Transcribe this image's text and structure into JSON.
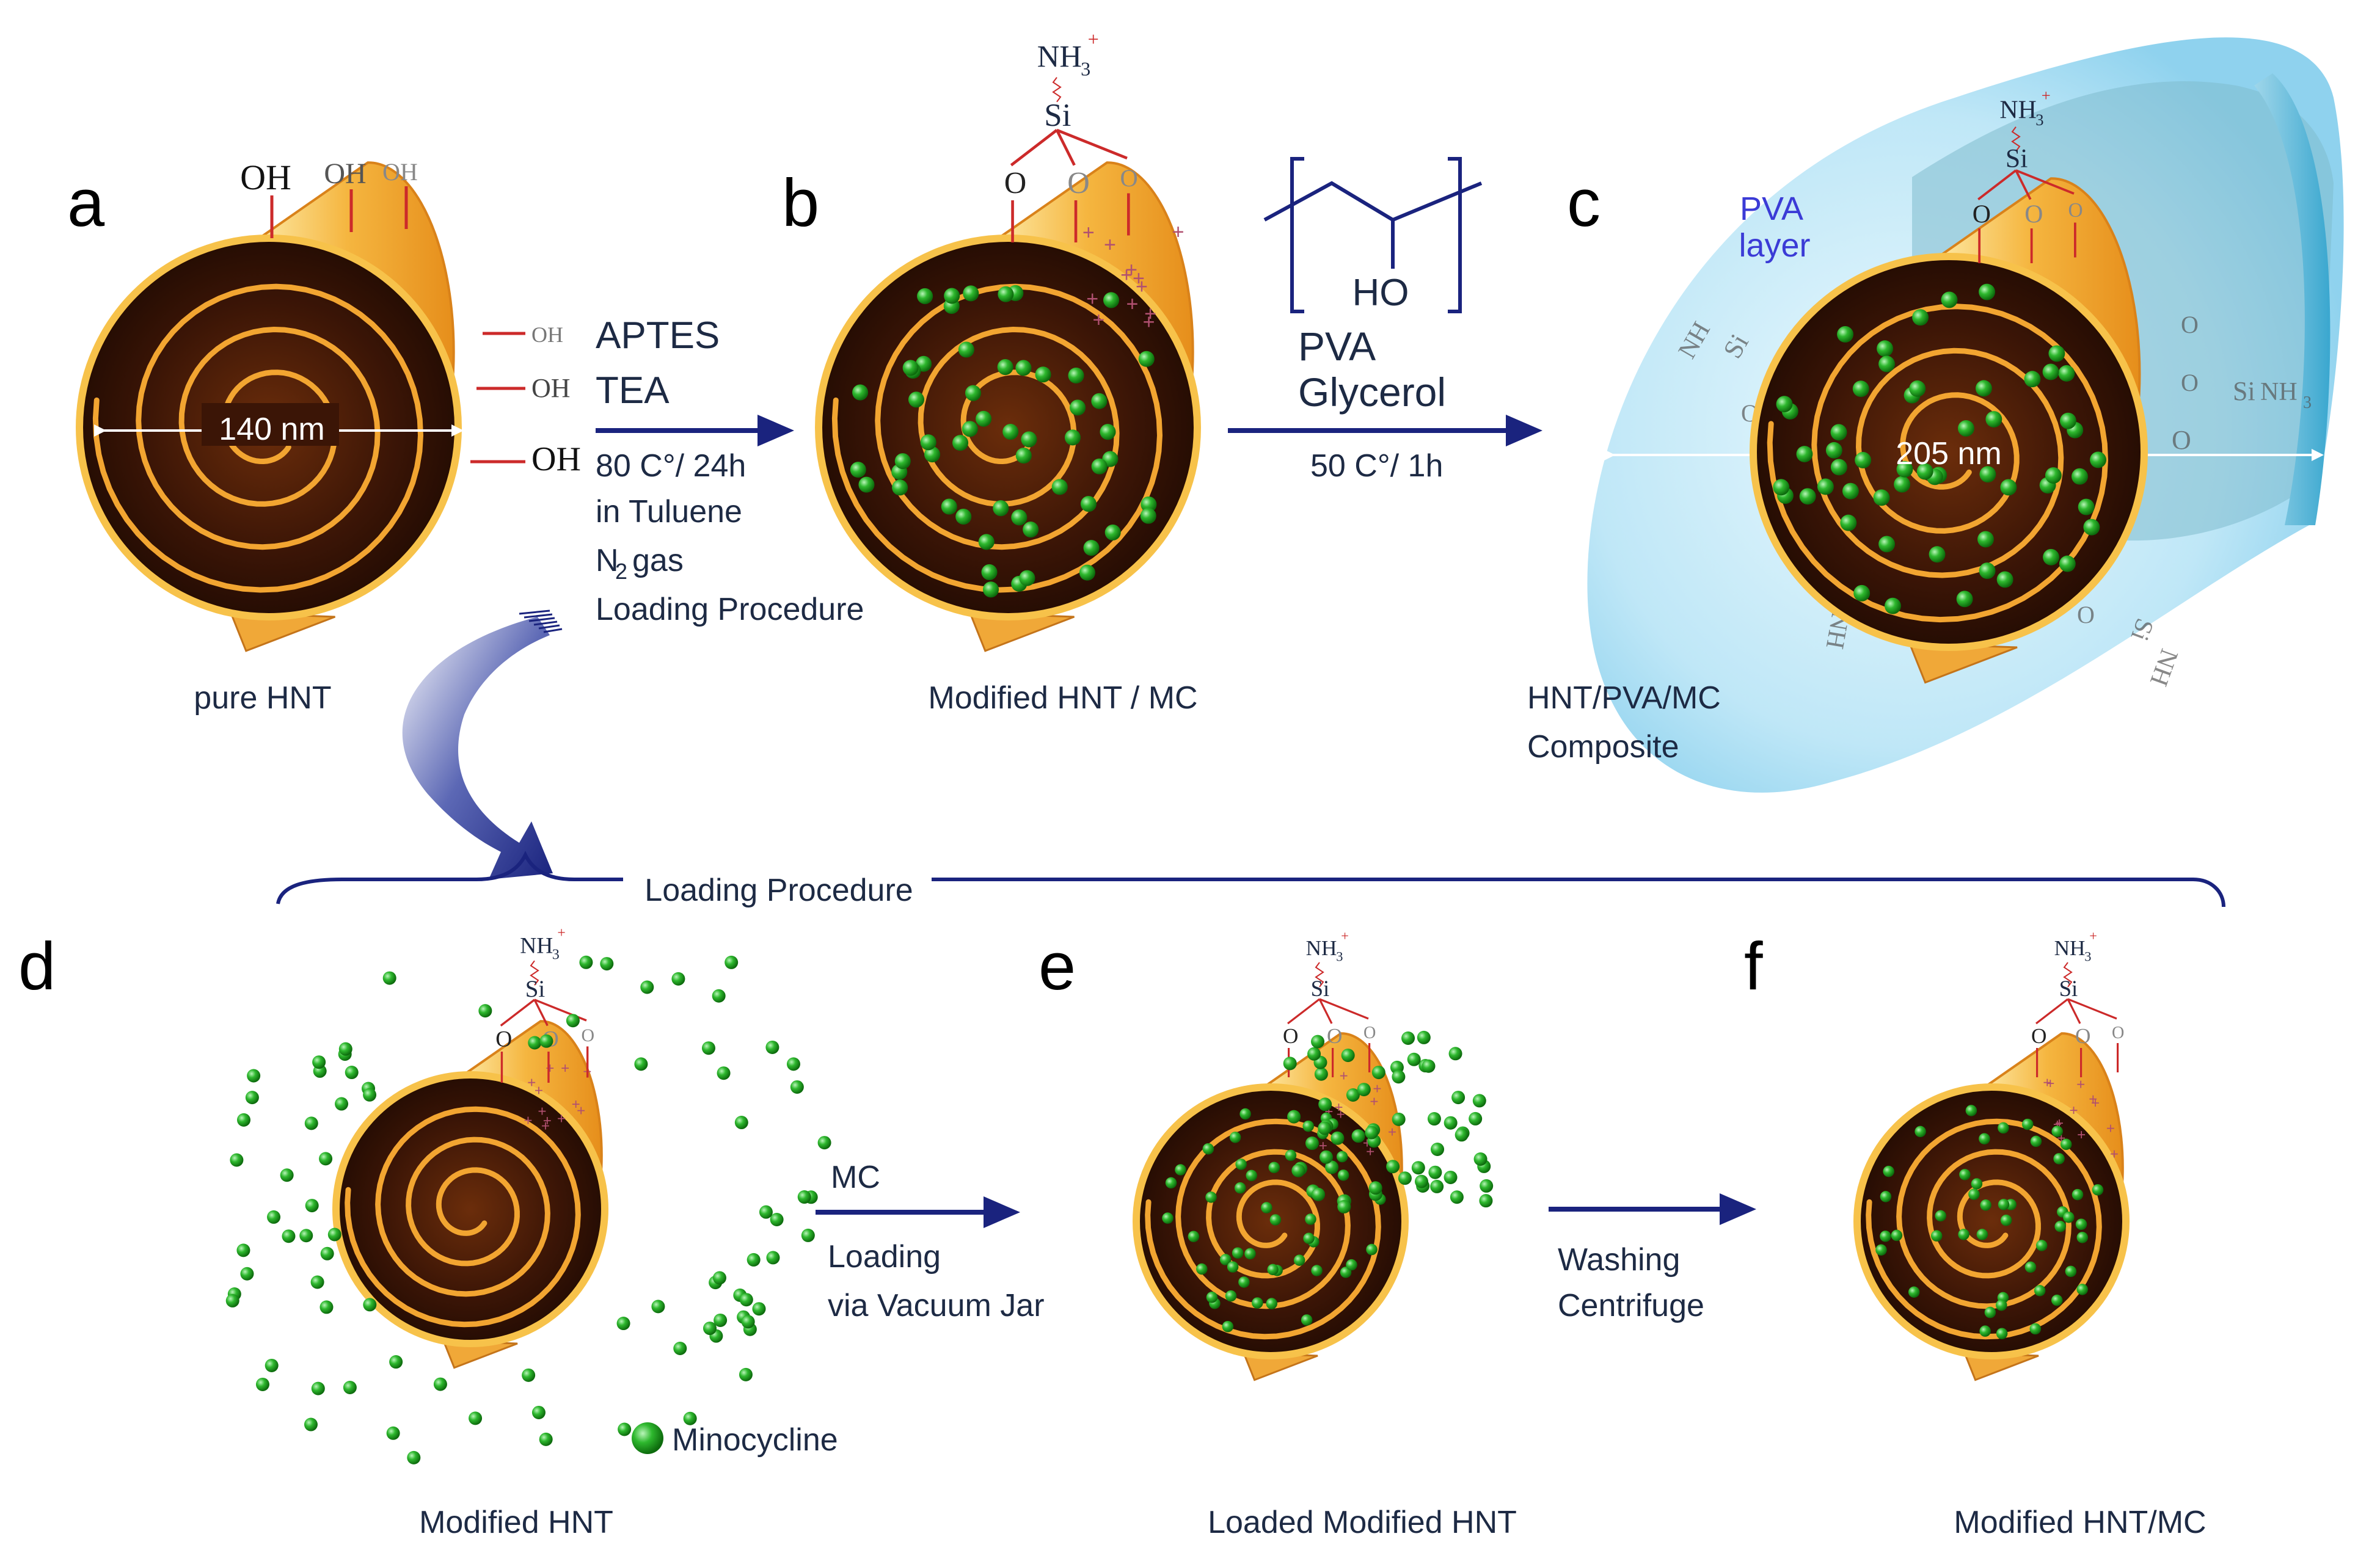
{
  "panels": {
    "a": {
      "letter": "a",
      "caption": "pure HNT",
      "diameter": "140 nm"
    },
    "b": {
      "letter": "b",
      "caption": "Modified HNT / MC"
    },
    "c": {
      "letter": "c",
      "caption_line1": "HNT/PVA/MC",
      "caption_line2": "Composite",
      "diameter": "205 nm",
      "layer_line1": "PVA",
      "layer_line2": "layer"
    },
    "d": {
      "letter": "d",
      "caption": "Modified HNT"
    },
    "e": {
      "letter": "e",
      "caption": "Loaded Modified HNT"
    },
    "f": {
      "letter": "f",
      "caption": "Modified HNT/MC"
    }
  },
  "chem": {
    "oh": "OH",
    "si": "Si",
    "o": "O",
    "nh": "NH",
    "sub3": "3",
    "plus": "+",
    "ho": "HO",
    "n": "N",
    "sub2": "2"
  },
  "step_ab": {
    "line1": "APTES",
    "line2": "TEA",
    "line3": "80 C°/ 24h",
    "line4": "in Tuluene",
    "line5_gas": "gas",
    "line6": "Loading Procedure"
  },
  "step_bc": {
    "line1": "PVA",
    "line2": "Glycerol",
    "line3": "50 C°/ 1h"
  },
  "loading_procedure": "Loading Procedure",
  "step_de": {
    "line1": "MC",
    "line2": "Loading",
    "line3": "via Vacuum Jar"
  },
  "step_ef": {
    "line1": "Washing",
    "line2": "Centrifuge"
  },
  "legend": {
    "minocycline": "Minocycline"
  },
  "colors": {
    "tube_dark": "#3a1505",
    "tube_mid": "#8a4210",
    "tube_rim": "#f2a531",
    "tube_outer": "#f7c24a",
    "drug": "#2eb82e",
    "arrow": "#1a237e",
    "pva": "#bfe7f7",
    "bond": "#cc2a2a",
    "pva_text": "#3b3bd6"
  }
}
